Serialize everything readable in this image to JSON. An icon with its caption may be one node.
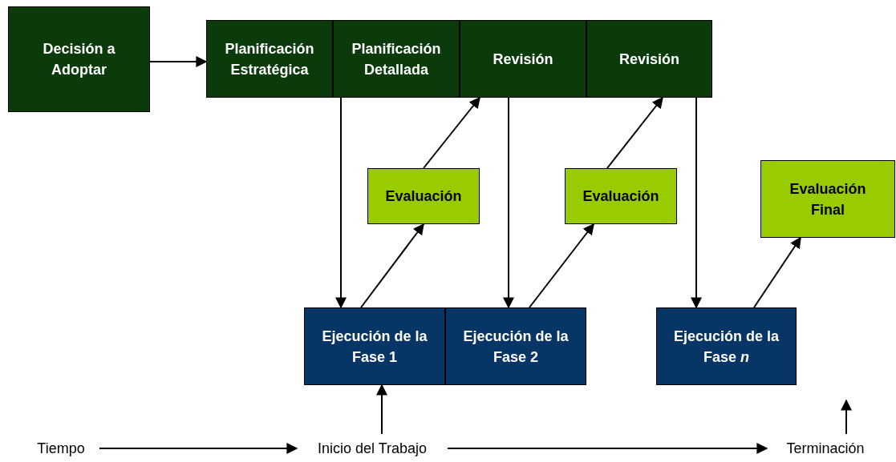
{
  "diagram": {
    "nodes": [
      {
        "text": [
          "Decisión a Adoptar"
        ]
      },
      {
        "text": [
          "Planificación Estratégica"
        ]
      },
      {
        "text": [
          "Planificación Detallada"
        ]
      },
      {
        "text": [
          "Revisión"
        ]
      },
      {
        "text": [
          "Revisión"
        ]
      },
      {
        "text": [
          "Evaluación"
        ]
      },
      {
        "text": [
          "Evaluación"
        ]
      },
      {
        "text": [
          "Evaluación Final"
        ]
      },
      {
        "text": [
          "Ejecución de la Fase 1"
        ]
      },
      {
        "text": [
          "Ejecución de la Fase 2"
        ]
      },
      {
        "text": [
          "Ejecución de la Fase *n*"
        ]
      },
      {
        "text": [
          "Tiempo"
        ]
      },
      {
        "text": [
          "Inicio del Trabajo"
        ]
      },
      {
        "text": [
          "Terminación"
        ]
      }
    ],
    "edges": [
      {
        "from": 0,
        "to": 1,
        "arrow": "to"
      },
      {
        "from": 1,
        "to": 8,
        "arrow": "to"
      },
      {
        "from": 8,
        "to": 5,
        "arrow": "to"
      },
      {
        "from": 5,
        "to": 3,
        "arrow": "to"
      },
      {
        "from": 3,
        "to": 9,
        "arrow": "to"
      },
      {
        "from": 9,
        "to": 6,
        "arrow": "to"
      },
      {
        "from": 6,
        "to": 4,
        "arrow": "to"
      },
      {
        "from": 4,
        "to": 10,
        "arrow": "to"
      },
      {
        "from": 10,
        "to": 7,
        "arrow": "to"
      },
      {
        "from": 11,
        "to": 12,
        "arrow": "to"
      },
      {
        "from": 12,
        "to": 13,
        "arrow": "to"
      },
      {
        "from": 12,
        "to": 8,
        "arrow": "to"
      },
      {
        "from": 13,
        "to": null,
        "arrow": "to"
      }
    ]
  }
}
